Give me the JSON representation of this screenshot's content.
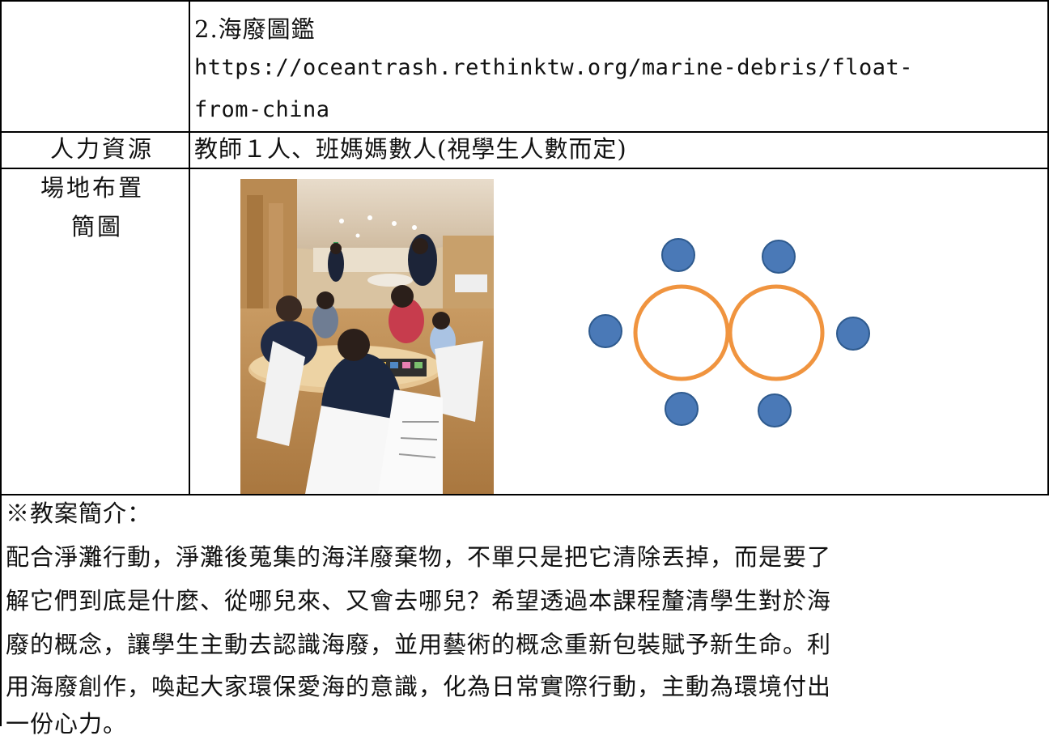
{
  "resources_row": {
    "item_line1": "2.海廢圖鑑",
    "url_line1": "https://oceantrash.rethinktw.org/marine-debris/float-",
    "url_line2": "from-china"
  },
  "staff_row": {
    "label": "人力資源",
    "value": "教師１人、班媽媽數人(視學生人數而定)"
  },
  "layout_row": {
    "label_line1": "場地布置",
    "label_line2": "簡圖",
    "table_color": "#f0943f",
    "seat_color": "#4a79b7",
    "seat_stroke": "#2e5a8e"
  },
  "intro": {
    "heading": "※教案簡介：",
    "lines": [
      "配合淨灘行動，淨灘後蒐集的海洋廢棄物，不單只是把它清除丟掉，而是要了",
      "解它們到底是什麼、從哪兒來、又會去哪兒？希望透過本課程釐清學生對於海",
      "廢的概念，讓學生主動去認識海廢，並用藝術的概念重新包裝賦予新生命。利",
      "用海廢創作，喚起大家環保愛海的意識，化為日常實際行動，主動為環境付出",
      "一份心力。"
    ]
  }
}
